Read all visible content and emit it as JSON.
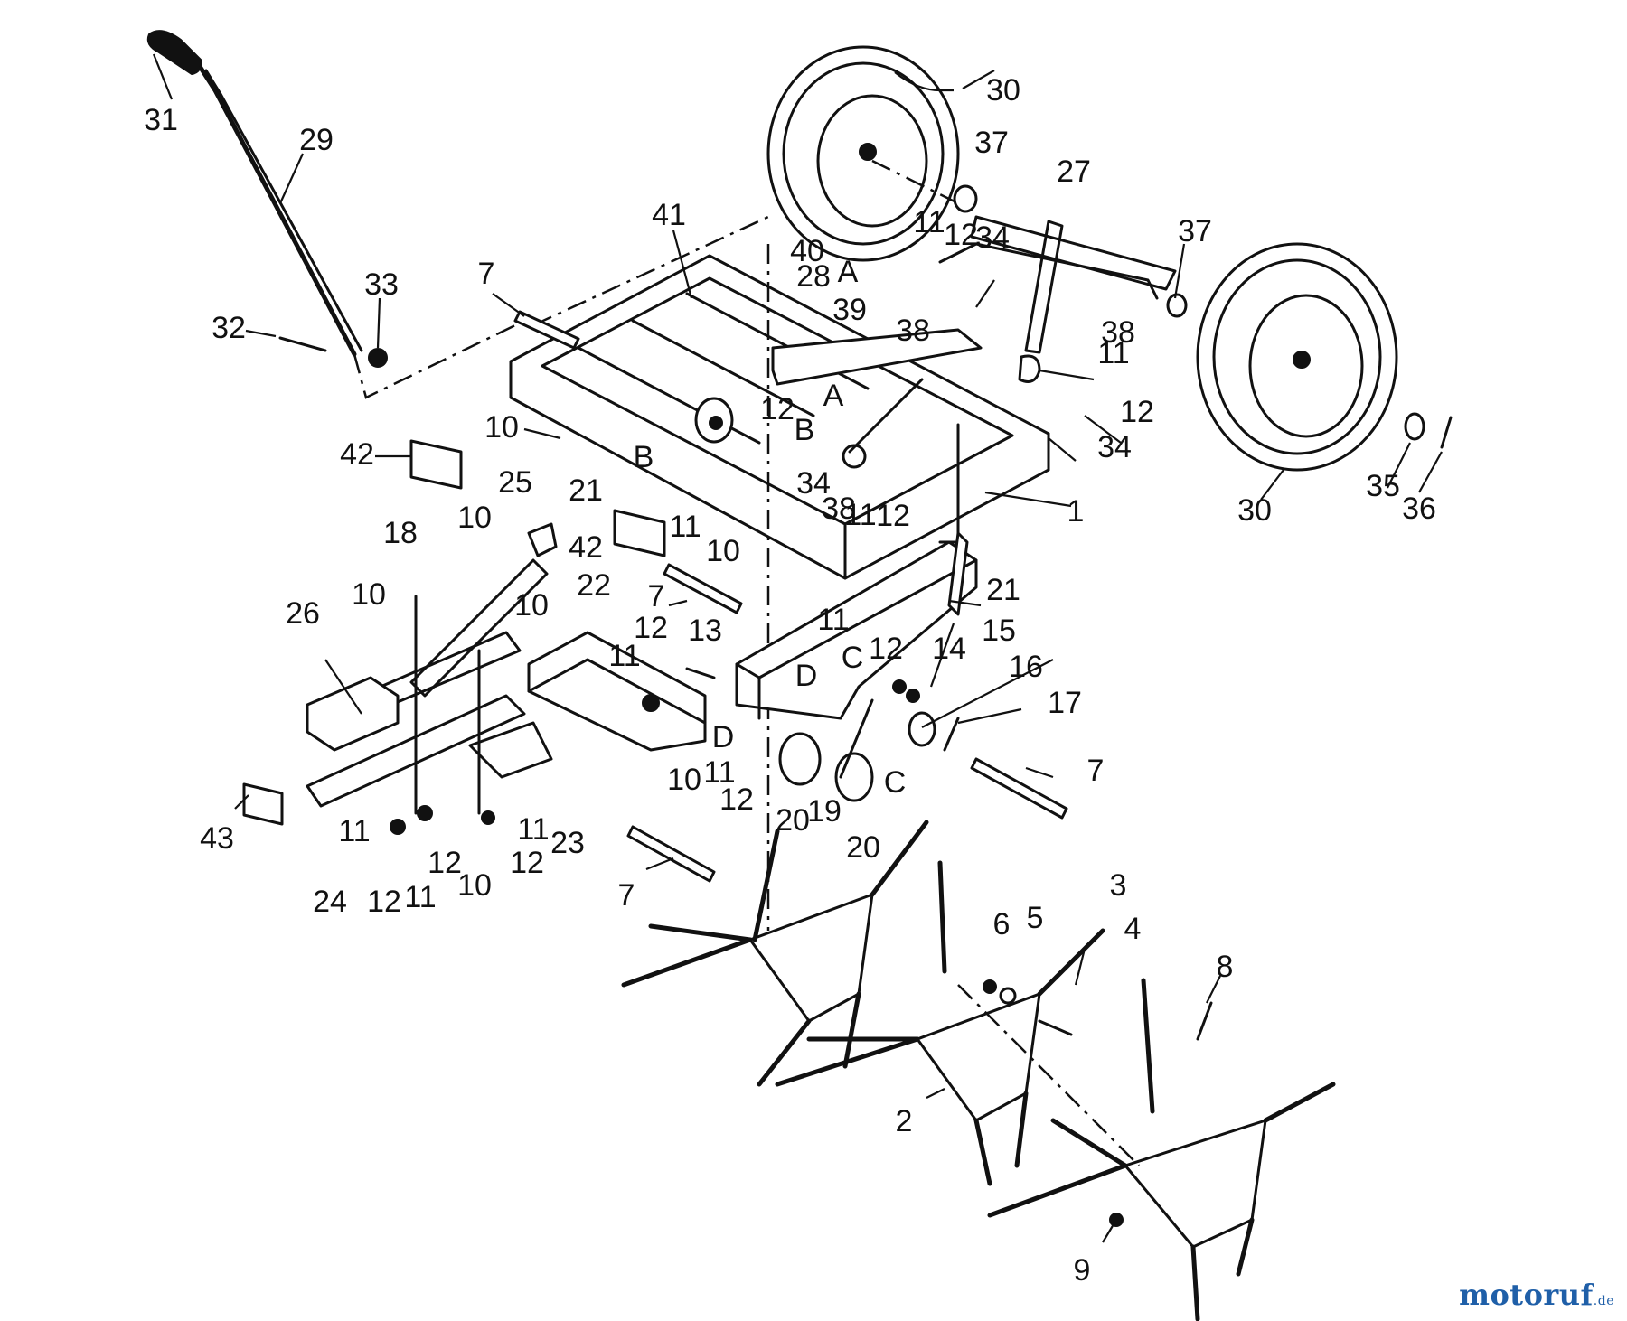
{
  "diagram": {
    "part_labels": [
      "1",
      "2",
      "3",
      "4",
      "5",
      "6",
      "7",
      "8",
      "9",
      "10",
      "11",
      "12",
      "13",
      "14",
      "15",
      "16",
      "17",
      "18",
      "19",
      "20",
      "21",
      "22",
      "23",
      "24",
      "25",
      "26",
      "27",
      "28",
      "29",
      "30",
      "31",
      "32",
      "33",
      "34",
      "35",
      "36",
      "37",
      "38",
      "39",
      "40",
      "41",
      "42",
      "43"
    ],
    "reference_letters": [
      "A",
      "B",
      "C",
      "D"
    ]
  },
  "watermark": {
    "text_a": "motoruf",
    "text_b": "",
    "suffix": ".de"
  },
  "colors": {
    "ink": "#111111",
    "background": "#ffffff",
    "brand_blue": "#1f5fa8",
    "brand_orange": "#d9531e"
  }
}
